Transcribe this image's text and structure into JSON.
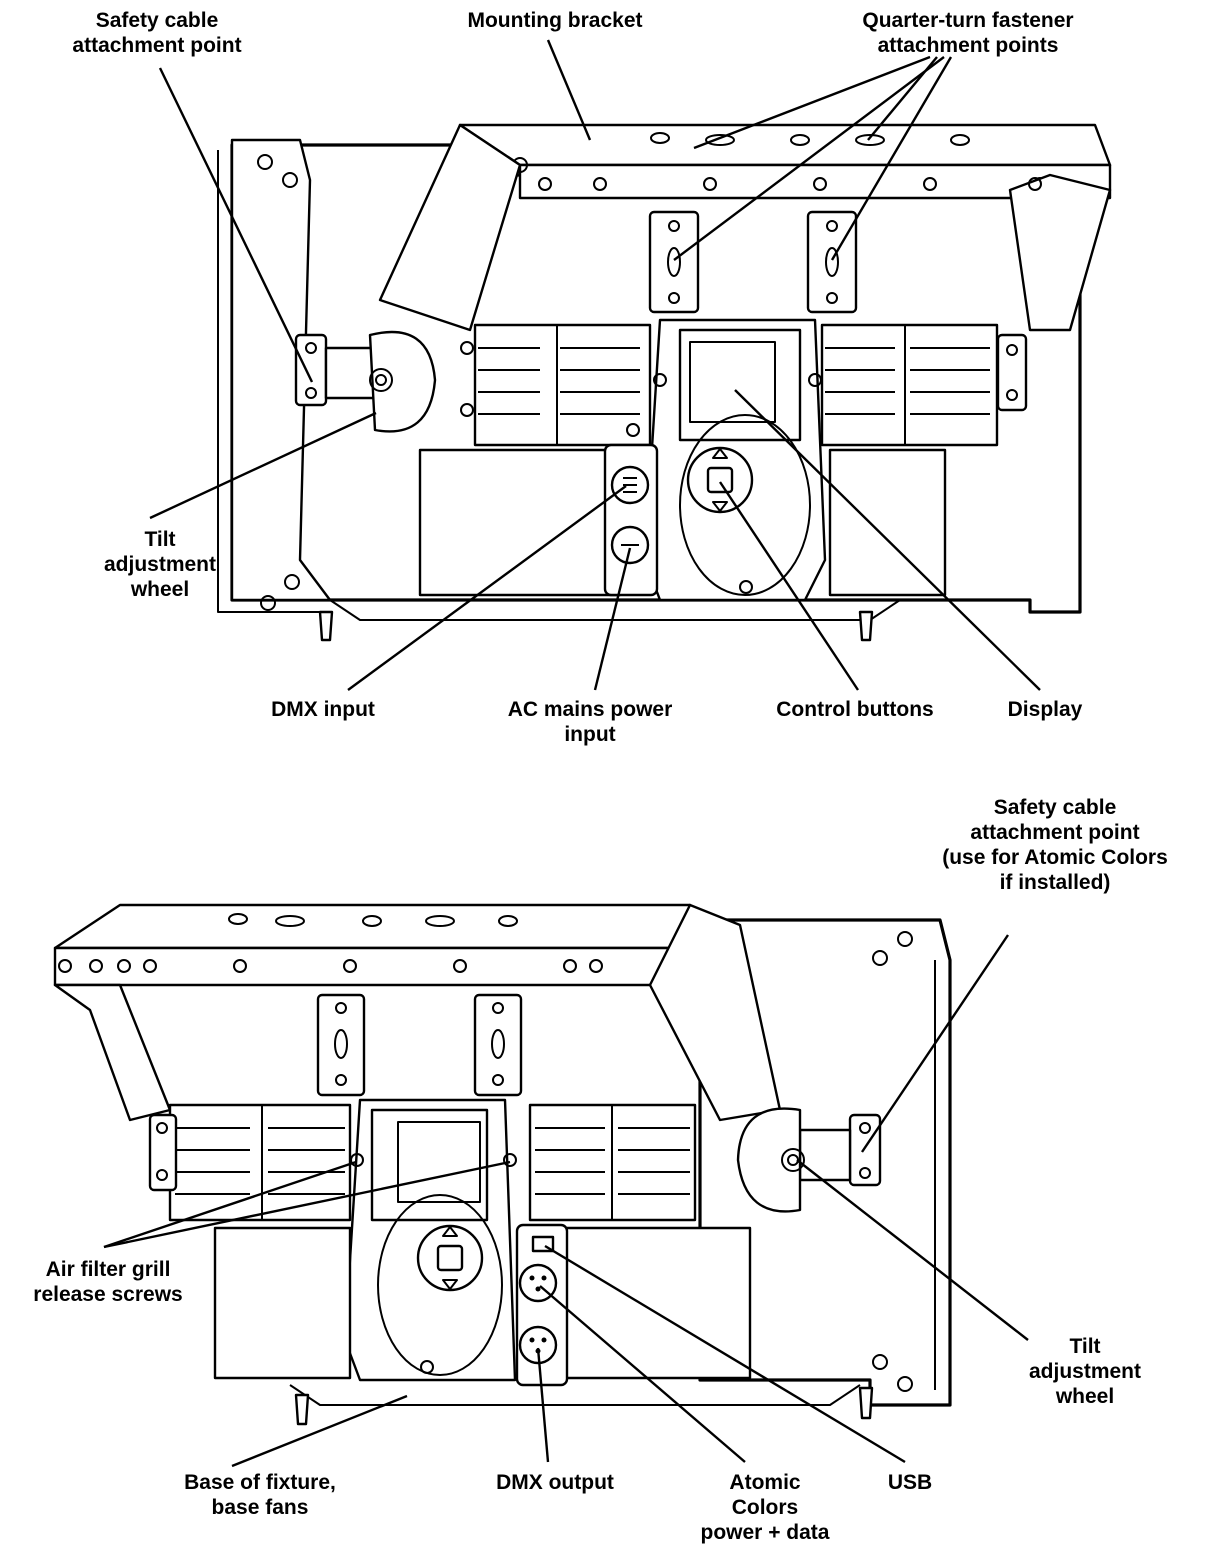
{
  "top_view": {
    "labels": {
      "safety_cable": [
        "Safety cable",
        "attachment point"
      ],
      "mounting_bracket": [
        "Mounting bracket"
      ],
      "quarter_turn": [
        "Quarter-turn fastener",
        "attachment points"
      ],
      "tilt_wheel": [
        "Tilt",
        "adjustment",
        "wheel"
      ],
      "dmx_input": [
        "DMX input"
      ],
      "ac_mains": [
        "AC mains power",
        "input"
      ],
      "control_buttons": [
        "Control buttons"
      ],
      "display": [
        "Display"
      ]
    }
  },
  "bottom_view": {
    "labels": {
      "safety_cable_atomic": [
        "Safety cable",
        "attachment point",
        "(use for Atomic Colors",
        "if installed)"
      ],
      "air_filter": [
        "Air filter grill",
        "release screws"
      ],
      "tilt_wheel": [
        "Tilt",
        "adjustment",
        "wheel"
      ],
      "base_fixture": [
        "Base of fixture,",
        "base fans"
      ],
      "dmx_output": [
        "DMX output"
      ],
      "atomic_colors": [
        "Atomic",
        "Colors",
        "power + data"
      ],
      "usb": [
        "USB"
      ]
    }
  }
}
